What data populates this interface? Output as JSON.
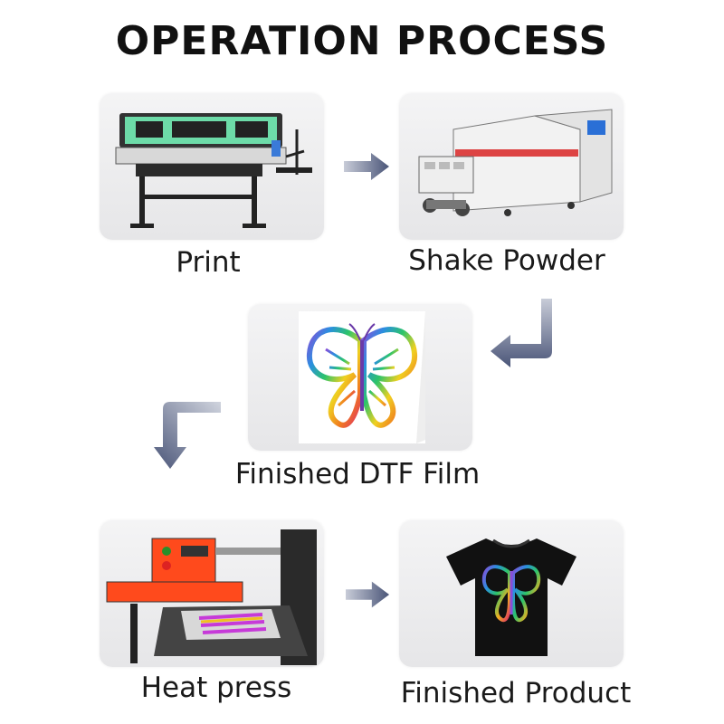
{
  "title": "OPERATION PROCESS",
  "steps": [
    {
      "label": "Print",
      "icon": "dtf-printer-icon"
    },
    {
      "label": "Shake Powder",
      "icon": "powder-shaker-icon"
    },
    {
      "label": "Finished DTF Film",
      "icon": "butterfly-film-icon"
    },
    {
      "label": "Heat press",
      "icon": "heat-press-icon"
    },
    {
      "label": "Finished Product",
      "icon": "tshirt-icon"
    }
  ],
  "colors": {
    "arrow": "#4a5578",
    "card_bg": "#ececee",
    "press_orange": "#ff4a1c",
    "printer_green": "#6ddba8"
  }
}
